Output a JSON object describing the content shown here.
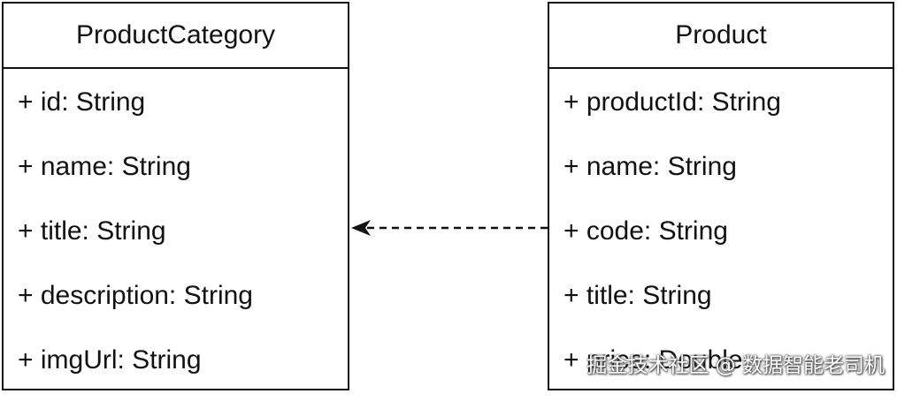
{
  "classes": {
    "left": {
      "name": "ProductCategory",
      "attributes": [
        "+ id: String",
        "+ name: String",
        "+ title: String",
        "+ description: String",
        "+ imgUrl: String"
      ]
    },
    "right": {
      "name": "Product",
      "attributes": [
        "+ productId: String",
        "+ name: String",
        "+ code: String",
        "+ title: String",
        "+ price: Double"
      ]
    }
  },
  "relationship": {
    "from": "Product",
    "to": "ProductCategory",
    "style": "dashed"
  },
  "watermark": "掘金技术社区 @ 数据智能老司机"
}
